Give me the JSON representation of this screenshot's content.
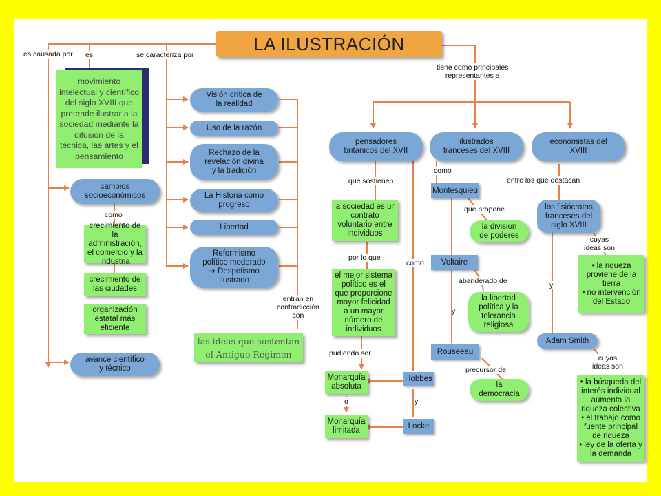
{
  "colors": {
    "frame": "#ffff00",
    "arrow": "#e8804a",
    "blue": "#7ba7d6",
    "green": "#90ee70",
    "title": "#f0a540"
  },
  "title": "LA ILUSTRACIÓN",
  "links": {
    "es_causada_por": "es causada por",
    "es": "es",
    "se_caracteriza_por": "se caracteriza por",
    "tiene_como": "tiene como principales\nrepresentantes a",
    "como_cambios": "como",
    "entran": "entran en\ncontradicción\ncon",
    "que_sostienen": "que sostienen",
    "por_lo_que": "por lo que",
    "pudiendo_ser": "pudiendo ser",
    "o": "o",
    "como_brit": "como",
    "y_hl": "y",
    "como_fr": "como",
    "que_propone": "que propone",
    "abanderado_de": "abanderado de",
    "y_vr": "y",
    "precursor_de": "precursor de",
    "entre_los": "entre los que destacan",
    "cuyas1": "cuyas\nideas son",
    "y_fa": "y",
    "cuyas2": "cuyas\nideas son"
  },
  "definition": "movimiento intelectual y científico del siglo XVIII que pretende ilustrar a la sociedad mediante la difusión de la técnica, las artes y el pensamiento",
  "causes": {
    "cambios": "cambios\nsocioeconómicos",
    "sub": [
      "crecimiento de la administración, el comercio y la industria",
      "crecimiento de las ciudades",
      "organización estatal más eficiente"
    ],
    "avance": "avance científico\ny técnico"
  },
  "characteristics": [
    "Visión crítica de\nla realidad",
    "Uso de la razón",
    "Rechazo de la\nrevelación divina\ny la tradición",
    "La Historia como\nprogreso",
    "Libertad",
    "Reformismo\npolítico moderado\n➔ Despotismo\nIlustrado"
  ],
  "ideas_antiguo": "las ideas que sustentan\nel Antiguo Régimen",
  "groups": {
    "britanicos": "pensadores\nbritánicos del XVII",
    "franceses": "ilustrados\nfranceses del XVIII",
    "economistas": "economistas del\nXVIII"
  },
  "british": {
    "contrato": "la sociedad es un contrato voluntario entre individuos",
    "sistema": "el mejor sistema político es el que proporcione mayor felicidad a un mayor número de individuos",
    "absoluta": "Monarquía\nabsoluta",
    "limitada": "Monarquía\nlimitada",
    "hobbes": "Hobbes",
    "locke": "Locke"
  },
  "french": {
    "montesquieu": "Montesquieu",
    "division": "la división\nde poderes",
    "voltaire": "Voltaire",
    "libertad": "la libertad\npolítica y la\ntolerancia\nreligiosa",
    "rouseeau": "Rouseeau",
    "democracia": "la\ndemocracia"
  },
  "econ": {
    "fisiocratas": "los fisiócratas\nfranceses del\nsiglo XVIII",
    "fisio_ideas": [
      "• la riqueza proviene de la tierra",
      "• no intervención del Estado"
    ],
    "smith": "Adam Smith",
    "smith_ideas": [
      "• la búsqueda del interés individual aumenta la riqueza colectiva",
      "• el trabajo como fuente principal de riqueza",
      "• ley de la oferta y la demanda"
    ]
  }
}
